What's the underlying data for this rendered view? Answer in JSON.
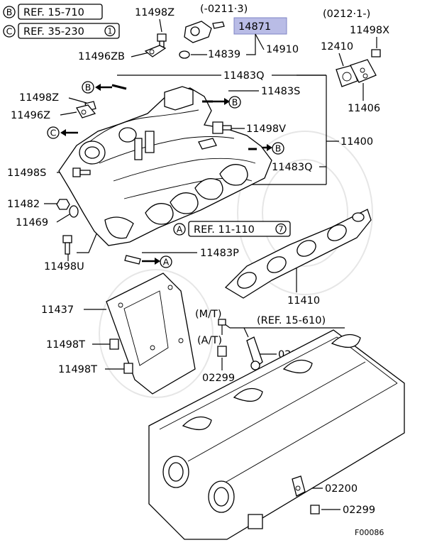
{
  "refs": {
    "b": {
      "letter": "B",
      "text": "REF. 15-710"
    },
    "c": {
      "letter": "C",
      "text": "REF. 35-230",
      "circ": "1"
    },
    "a_mid": {
      "letter": "A",
      "text": "REF. 11-110",
      "circ": "7"
    },
    "ref_15_610": "(REF. 15-610)"
  },
  "date_ranges": {
    "top_mid": "(-0211·3)",
    "top_right": "(0212·1-)"
  },
  "highlight_part": {
    "number": "14871",
    "color": "#b9bce6"
  },
  "variants": {
    "mt": "(M/T)",
    "at": "(A/T)"
  },
  "callout_letters": {
    "a": "A",
    "b": "B",
    "c": "C"
  },
  "parts": {
    "p11498Z_top": "11498Z",
    "p14839": "14839",
    "p14910": "14910",
    "p11496ZB": "11496ZB",
    "p11483Q_top": "11483Q",
    "p11483S": "11483S",
    "p11498Z_left": "11498Z",
    "p11496Z": "11496Z",
    "p11498V": "11498V",
    "p11400": "11400",
    "p11483Q_mid": "11483Q",
    "p11498S": "11498S",
    "p11482": "11482",
    "p11469": "11469",
    "p11498U": "11498U",
    "p11483P": "11483P",
    "p11410": "11410",
    "p11437": "11437",
    "p11498T_a": "11498T",
    "p11498T_b": "11498T",
    "p02200_a": "02200",
    "p02299_a": "02299",
    "p02200_b": "02200",
    "p02299_b": "02299",
    "p12410": "12410",
    "p11498X": "11498X",
    "p11406": "11406"
  },
  "figure_code": "F00086"
}
